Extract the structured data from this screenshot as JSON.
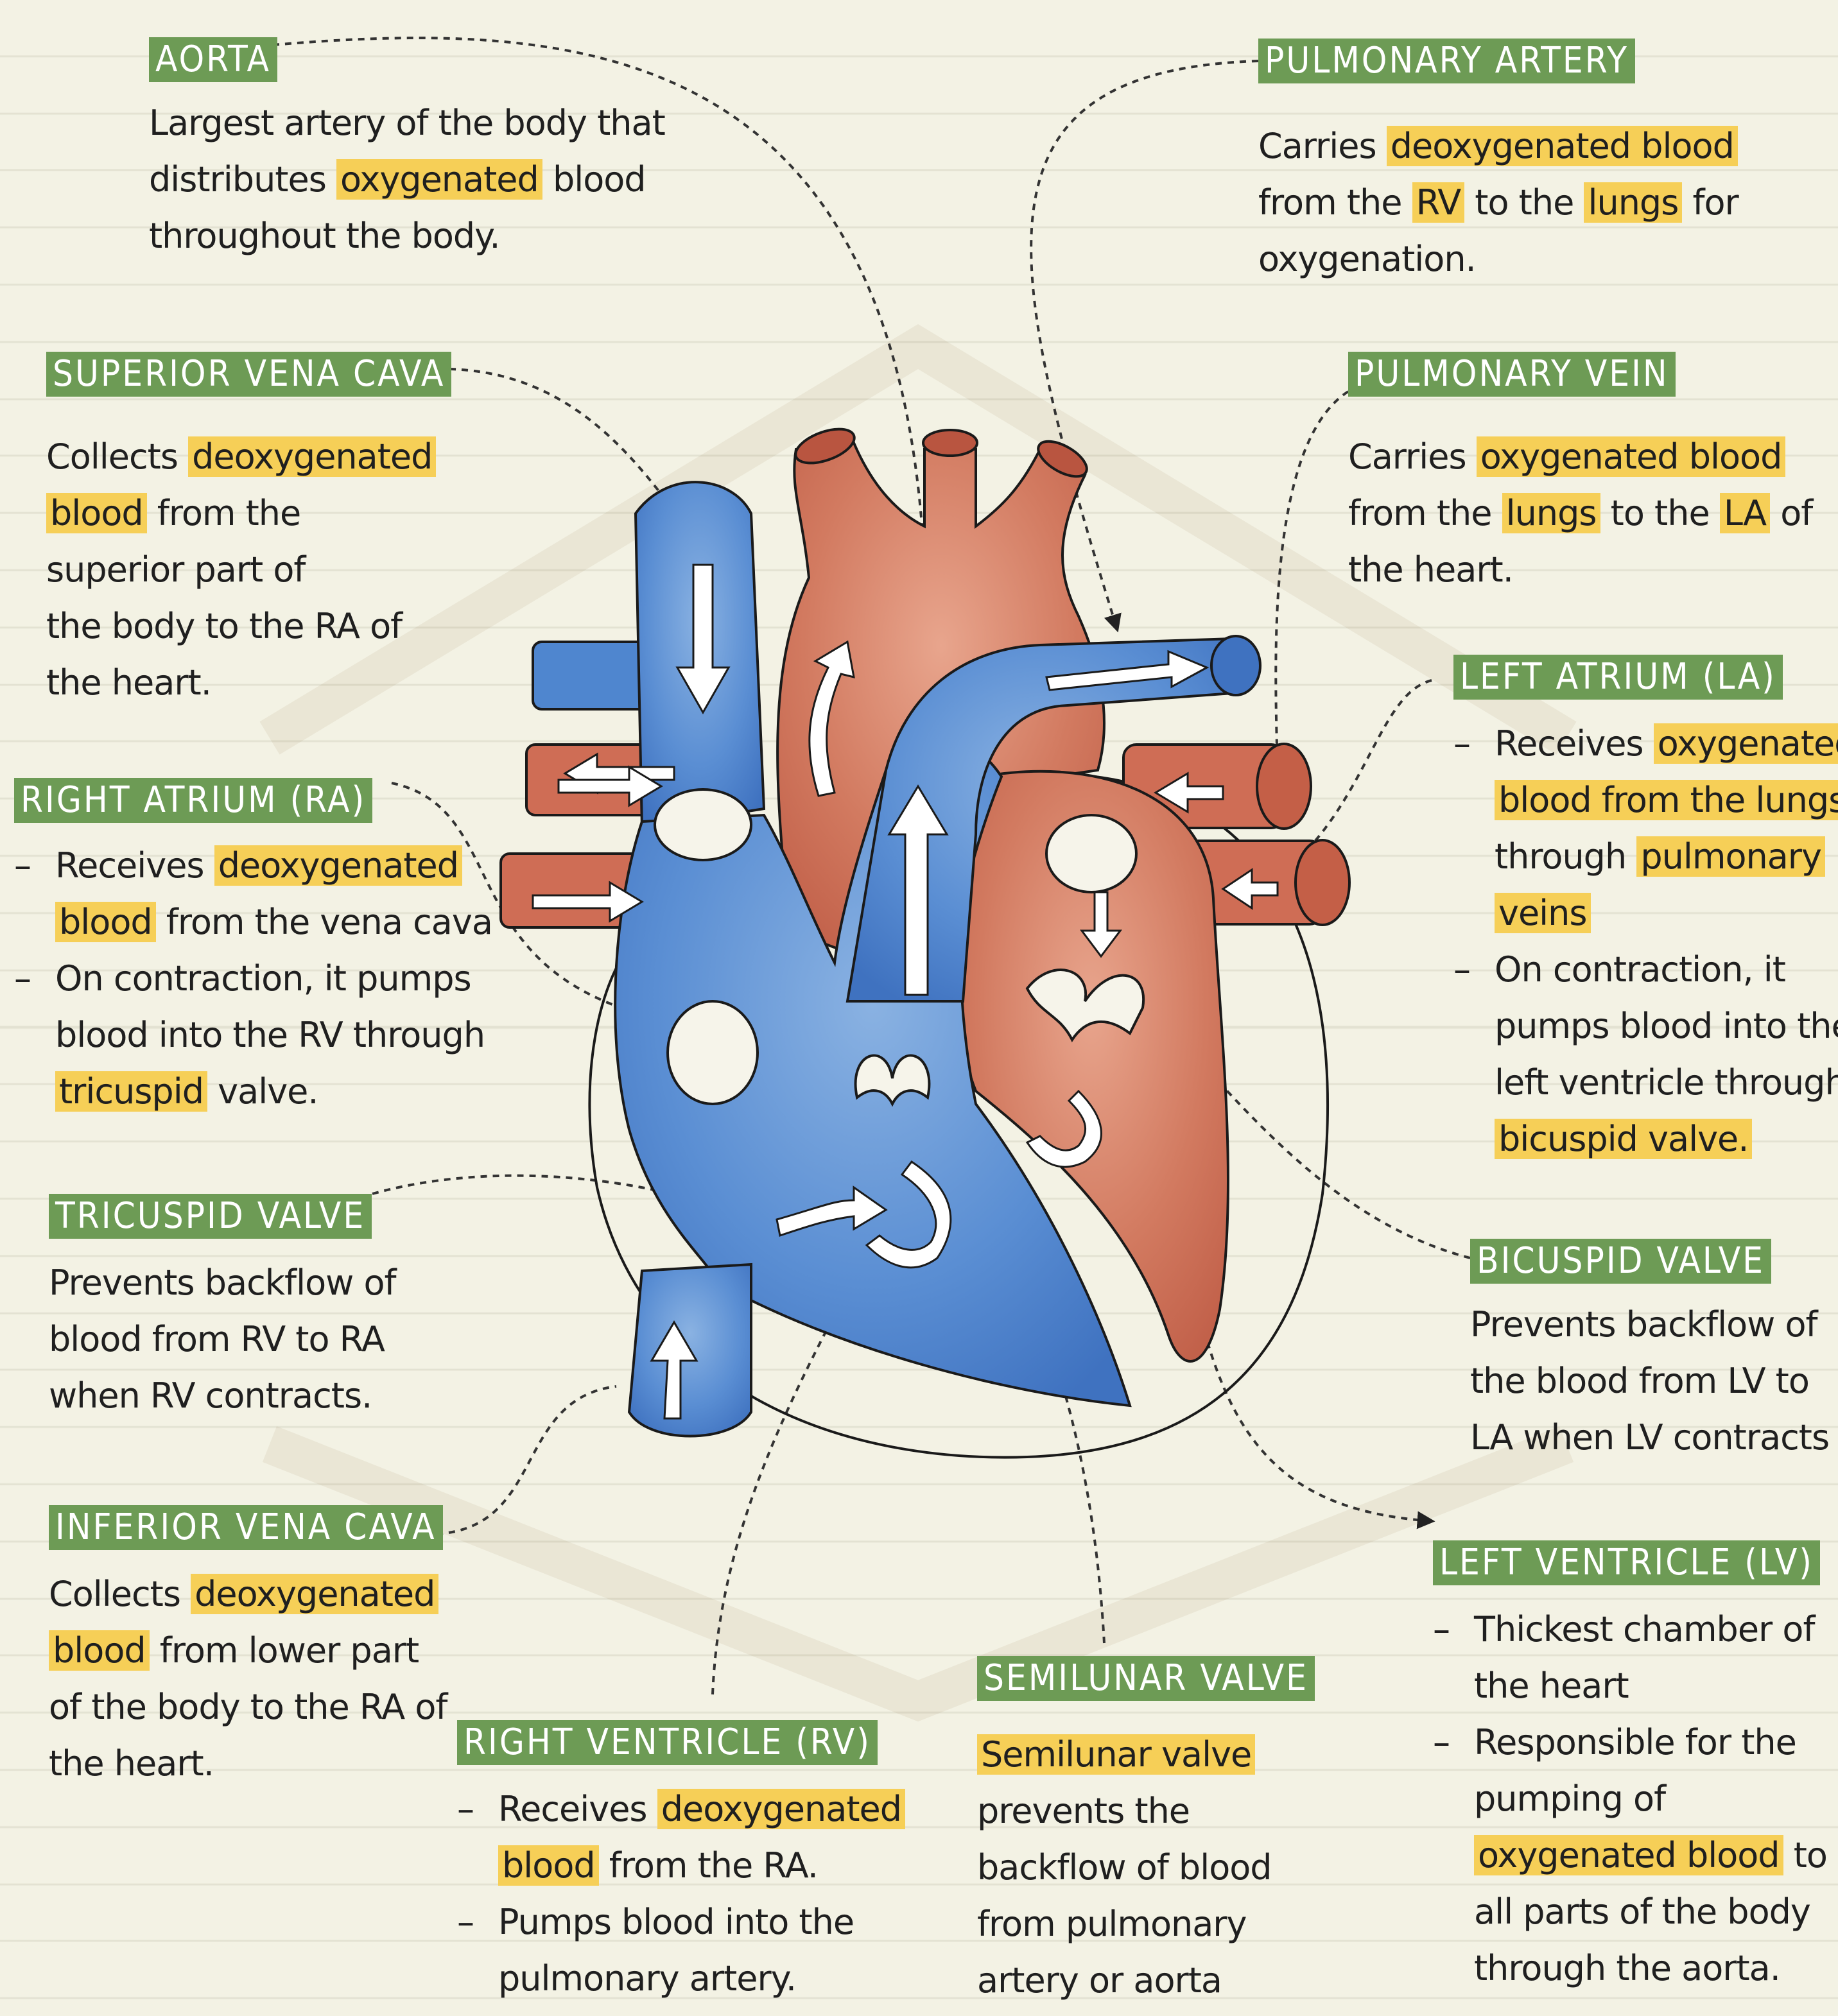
{
  "aorta": {
    "title": "AORTA",
    "lines": [
      {
        "segs": [
          {
            "t": "Largest artery of the body that"
          }
        ]
      },
      {
        "segs": [
          {
            "t": "distributes "
          },
          {
            "t": "oxygenated",
            "hl": true
          },
          {
            "t": " blood"
          }
        ]
      },
      {
        "segs": [
          {
            "t": "throughout the body."
          }
        ]
      }
    ]
  },
  "pulmonary_artery": {
    "title": "PULMONARY ARTERY",
    "lines": [
      {
        "segs": [
          {
            "t": "Carries "
          },
          {
            "t": "deoxygenated blood",
            "hl": true
          }
        ]
      },
      {
        "segs": [
          {
            "t": "from the "
          },
          {
            "t": "RV",
            "hl": true
          },
          {
            "t": " to the "
          },
          {
            "t": "lungs",
            "hl": true
          },
          {
            "t": " for"
          }
        ]
      },
      {
        "segs": [
          {
            "t": "oxygenation."
          }
        ]
      }
    ]
  },
  "superior_vena_cava": {
    "title": "SUPERIOR VENA CAVA",
    "lines": [
      {
        "segs": [
          {
            "t": "Collects "
          },
          {
            "t": "deoxygenated",
            "hl": true
          }
        ]
      },
      {
        "segs": [
          {
            "t": "blood",
            "hl": true
          },
          {
            "t": " from the"
          }
        ]
      },
      {
        "segs": [
          {
            "t": "superior part of"
          }
        ]
      },
      {
        "segs": [
          {
            "t": "the body to the RA of"
          }
        ]
      },
      {
        "segs": [
          {
            "t": "the heart."
          }
        ]
      }
    ]
  },
  "pulmonary_vein": {
    "title": "PULMONARY VEIN",
    "lines": [
      {
        "segs": [
          {
            "t": "Carries "
          },
          {
            "t": "oxygenated blood",
            "hl": true
          }
        ]
      },
      {
        "segs": [
          {
            "t": "from the "
          },
          {
            "t": "lungs",
            "hl": true
          },
          {
            "t": " to the "
          },
          {
            "t": "LA",
            "hl": true
          },
          {
            "t": " of"
          }
        ]
      },
      {
        "segs": [
          {
            "t": "the heart."
          }
        ]
      }
    ]
  },
  "left_atrium": {
    "title": "LEFT ATRIUM (LA)",
    "bullets": [
      [
        {
          "segs": [
            {
              "t": "Receives "
            },
            {
              "t": "oxygenated",
              "hl": true
            }
          ]
        },
        {
          "segs": [
            {
              "t": "blood from the lungs",
              "hl": true
            }
          ]
        },
        {
          "segs": [
            {
              "t": "through "
            },
            {
              "t": "pulmonary",
              "hl": true
            }
          ]
        },
        {
          "segs": [
            {
              "t": "veins",
              "hl": true
            }
          ]
        }
      ],
      [
        {
          "segs": [
            {
              "t": "On contraction, it"
            }
          ]
        },
        {
          "segs": [
            {
              "t": "pumps blood into the"
            }
          ]
        },
        {
          "segs": [
            {
              "t": "left ventricle through"
            }
          ]
        },
        {
          "segs": [
            {
              "t": "bicuspid valve.",
              "hl": true
            }
          ]
        }
      ]
    ]
  },
  "right_atrium": {
    "title": "RIGHT ATRIUM (RA)",
    "bullets": [
      [
        {
          "segs": [
            {
              "t": "Receives "
            },
            {
              "t": "deoxygenated",
              "hl": true
            }
          ]
        },
        {
          "segs": [
            {
              "t": "blood",
              "hl": true
            },
            {
              "t": " from the vena cava"
            }
          ]
        }
      ],
      [
        {
          "segs": [
            {
              "t": "On contraction, it pumps"
            }
          ]
        },
        {
          "segs": [
            {
              "t": "blood into the RV through"
            }
          ]
        },
        {
          "segs": [
            {
              "t": "tricuspid",
              "hl": true
            },
            {
              "t": " valve."
            }
          ]
        }
      ]
    ]
  },
  "tricuspid_valve": {
    "title": "TRICUSPID VALVE",
    "lines": [
      {
        "segs": [
          {
            "t": "Prevents backflow of"
          }
        ]
      },
      {
        "segs": [
          {
            "t": "blood from RV to RA"
          }
        ]
      },
      {
        "segs": [
          {
            "t": "when RV contracts."
          }
        ]
      }
    ]
  },
  "bicuspid_valve": {
    "title": "BICUSPID VALVE",
    "lines": [
      {
        "segs": [
          {
            "t": "Prevents backflow of"
          }
        ]
      },
      {
        "segs": [
          {
            "t": "the blood from LV to"
          }
        ]
      },
      {
        "segs": [
          {
            "t": "LA when LV contracts"
          }
        ]
      }
    ]
  },
  "inferior_vena_cava": {
    "title": "INFERIOR VENA CAVA",
    "lines": [
      {
        "segs": [
          {
            "t": "Collects "
          },
          {
            "t": "deoxygenated",
            "hl": true
          }
        ]
      },
      {
        "segs": [
          {
            "t": "blood",
            "hl": true
          },
          {
            "t": " from lower part"
          }
        ]
      },
      {
        "segs": [
          {
            "t": "of the body to the RA of"
          }
        ]
      },
      {
        "segs": [
          {
            "t": "the heart."
          }
        ]
      }
    ]
  },
  "left_ventricle": {
    "title": "LEFT VENTRICLE (LV)",
    "bullets": [
      [
        {
          "segs": [
            {
              "t": "Thickest chamber of"
            }
          ]
        },
        {
          "segs": [
            {
              "t": "the heart"
            }
          ]
        }
      ],
      [
        {
          "segs": [
            {
              "t": "Responsible for the"
            }
          ]
        },
        {
          "segs": [
            {
              "t": "pumping of"
            }
          ]
        },
        {
          "segs": [
            {
              "t": "oxygenated blood",
              "hl": true
            },
            {
              "t": " to"
            }
          ]
        },
        {
          "segs": [
            {
              "t": "all parts of the body"
            }
          ]
        },
        {
          "segs": [
            {
              "t": "through the aorta."
            }
          ]
        }
      ]
    ]
  },
  "right_ventricle": {
    "title": "RIGHT VENTRICLE (RV)",
    "bullets": [
      [
        {
          "segs": [
            {
              "t": "Receives "
            },
            {
              "t": "deoxygenated",
              "hl": true
            }
          ]
        },
        {
          "segs": [
            {
              "t": "blood",
              "hl": true
            },
            {
              "t": " from the RA."
            }
          ]
        }
      ],
      [
        {
          "segs": [
            {
              "t": "Pumps blood into the"
            }
          ]
        },
        {
          "segs": [
            {
              "t": "pulmonary artery."
            }
          ]
        }
      ]
    ]
  },
  "semilunar_valve": {
    "title": "SEMILUNAR VALVE",
    "lines": [
      {
        "segs": [
          {
            "t": "Semilunar valve",
            "hl": true
          }
        ]
      },
      {
        "segs": [
          {
            "t": "prevents the"
          }
        ]
      },
      {
        "segs": [
          {
            "t": "backflow of blood"
          }
        ]
      },
      {
        "segs": [
          {
            "t": "from pulmonary"
          }
        ]
      },
      {
        "segs": [
          {
            "t": "artery or aorta"
          }
        ]
      }
    ]
  },
  "colors": {
    "label_green": "#6d9b55",
    "highlight_yellow": "#f6cf57",
    "oxygenated_red": "#cf6d55",
    "deoxygenated_blue": "#4f86cf",
    "paper": "#f3f2e4"
  }
}
